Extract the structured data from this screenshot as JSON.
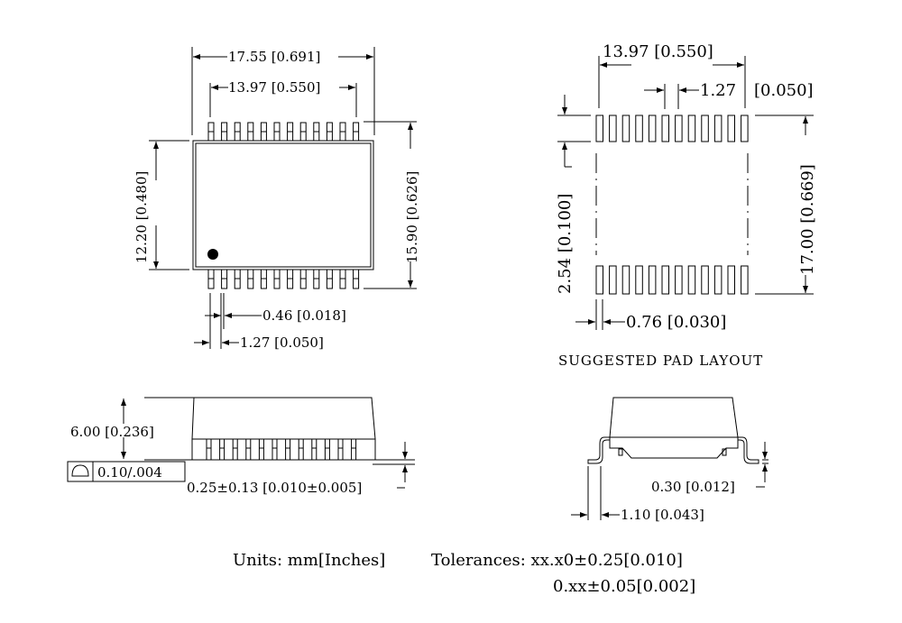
{
  "top_view": {
    "overall_width": "17.55 [0.691]",
    "pin_span": "13.97 [0.550]",
    "body_height": "12.20 [0.480]",
    "overall_height": "15.90 [0.626]",
    "pin_width": "0.46 [0.018]",
    "pin_pitch": "1.27 [0.050]",
    "pins_per_side": 12
  },
  "pad_layout": {
    "title": "SUGGESTED PAD LAYOUT",
    "pad_span": "13.97 [0.550]",
    "pad_pitch_value": "1.27",
    "pad_pitch_inch": "[0.050]",
    "pad_length": "2.54 [0.100]",
    "overall_length": "17.00 [0.669]",
    "pad_width": "0.76 [0.030]",
    "pads_per_side": 12
  },
  "side_view": {
    "height": "6.00 [0.236]",
    "coplanarity_value": "0.10/.004",
    "standoff": "0.25±0.13 [0.010±0.005]"
  },
  "end_view": {
    "lead_thickness": "0.30 [0.012]",
    "foot_length": "1.10 [0.043]"
  },
  "notes": {
    "units": "Units: mm[Inches]",
    "tolerance_1": "Tolerances: xx.x0±0.25[0.010]",
    "tolerance_2": "0.xx±0.05[0.002]"
  }
}
